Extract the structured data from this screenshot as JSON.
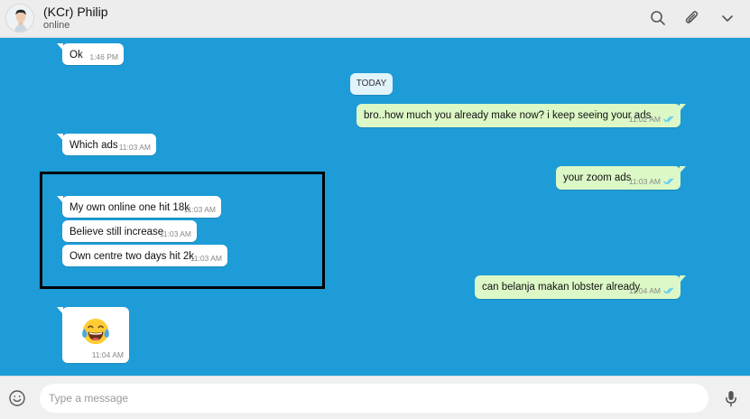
{
  "header": {
    "contact_name": "(KCr) Philip",
    "status": "online"
  },
  "chat": {
    "day_label": "TODAY",
    "messages": [
      {
        "text": "Ok",
        "time": "1:46 PM",
        "dir": "in"
      },
      {
        "text": "bro..how much you already make now? i keep seeing your ads",
        "time": "11:02 AM",
        "dir": "out",
        "read": true
      },
      {
        "text": "Which ads",
        "time": "11:03 AM",
        "dir": "in"
      },
      {
        "text": "your zoom ads",
        "time": "11:03 AM",
        "dir": "out",
        "read": true
      },
      {
        "text": "My own online one hit 18k",
        "time": "11:03 AM",
        "dir": "in"
      },
      {
        "text": "Believe still increase",
        "time": "11:03 AM",
        "dir": "in"
      },
      {
        "text": "Own centre two days hit 2k",
        "time": "11:03 AM",
        "dir": "in"
      },
      {
        "text": "can belanja makan lobster already",
        "time": "11:04 AM",
        "dir": "out",
        "read": true
      },
      {
        "emoji": "face-with-tears-of-joy",
        "time": "11:04 AM",
        "dir": "in"
      }
    ]
  },
  "composer": {
    "placeholder": "Type a message",
    "value": ""
  },
  "icons": {
    "search": "search-icon",
    "attach": "paperclip-icon",
    "menu": "chevron-down-icon",
    "emoji": "smiley-icon",
    "voice": "microphone-icon"
  },
  "colors": {
    "chat_background": "#1e9cd7",
    "incoming_bubble": "#ffffff",
    "outgoing_bubble": "#dcf8c6",
    "read_ticks": "#4fc3f7",
    "highlight_border": "#000000"
  }
}
